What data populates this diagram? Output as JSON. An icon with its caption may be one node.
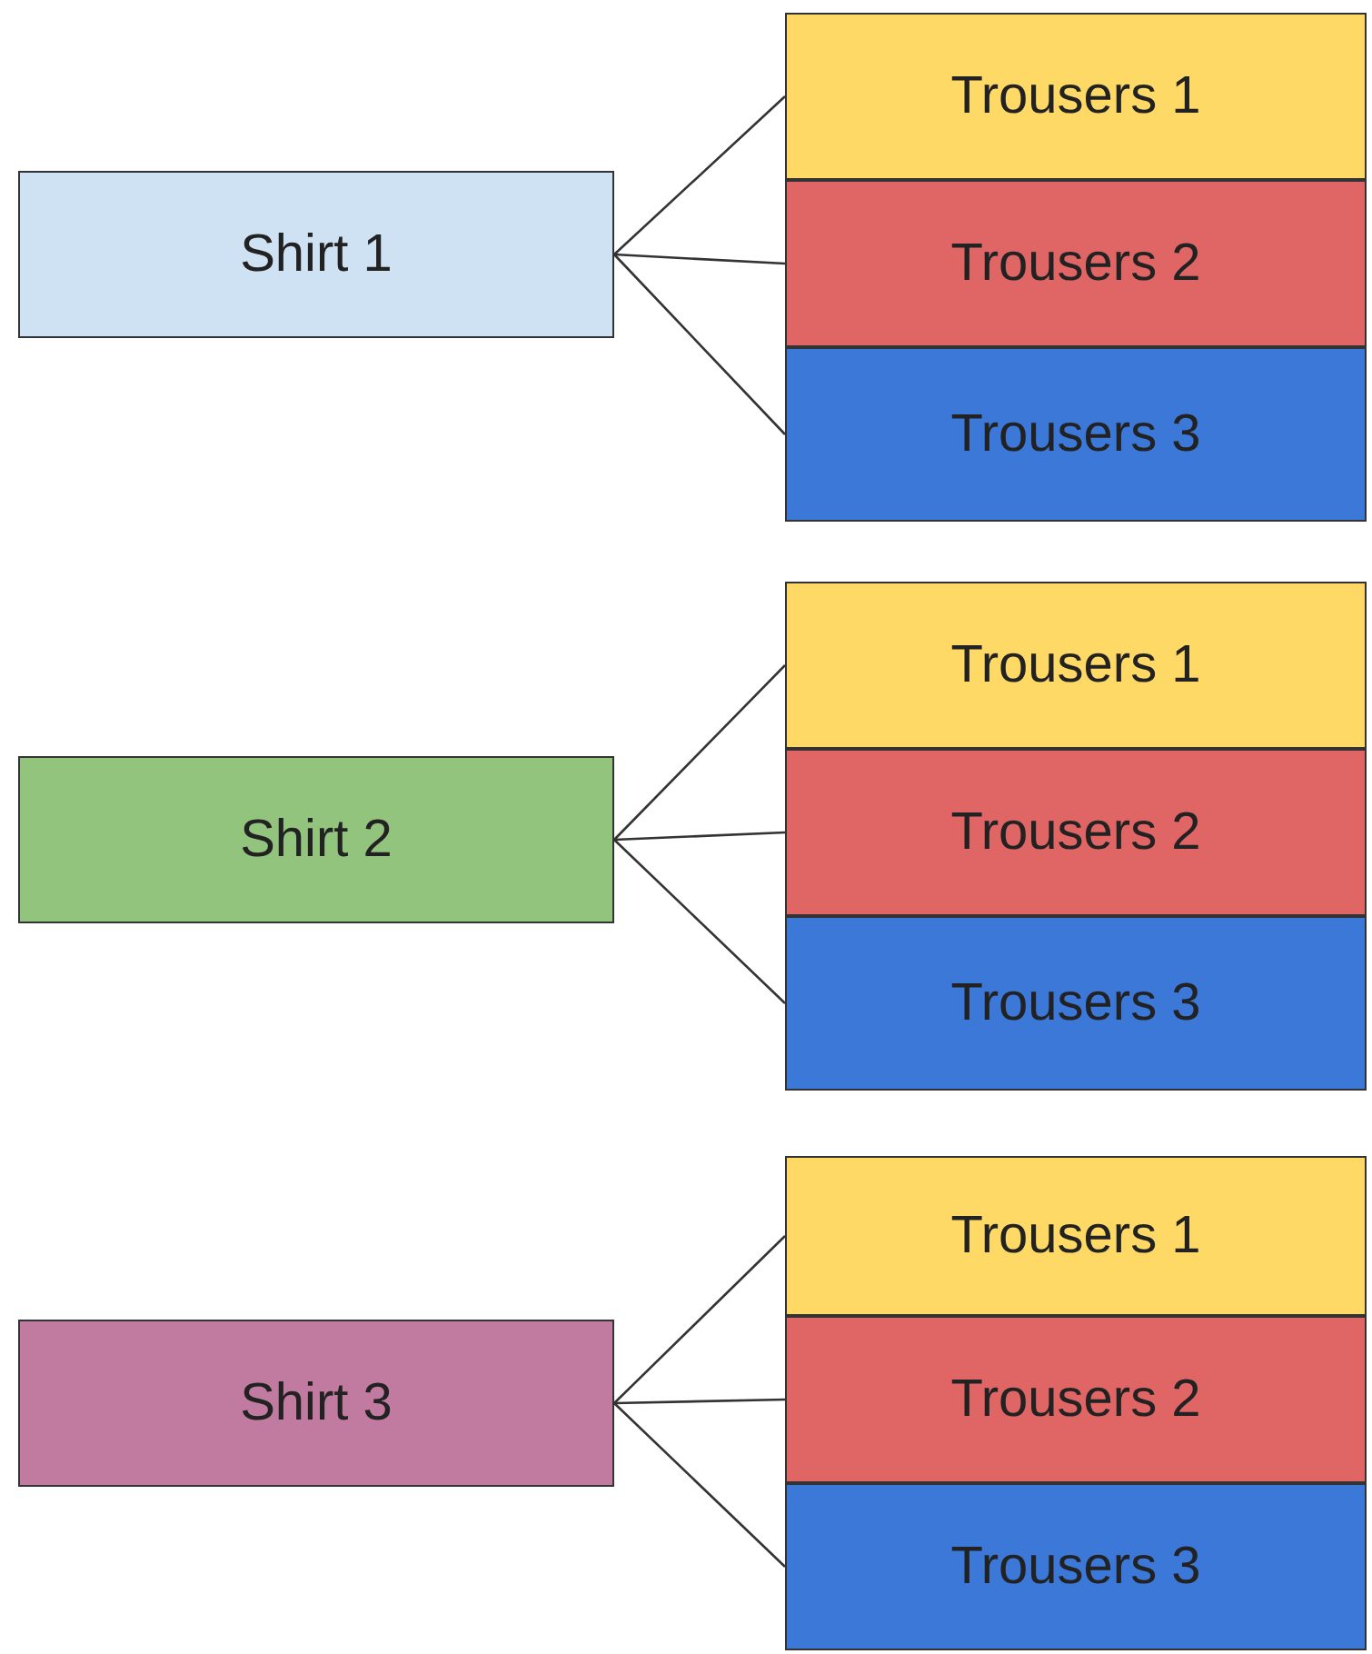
{
  "diagram": {
    "nodes": [
      {
        "text": [
          "Shirt 1"
        ]
      },
      {
        "text": [
          "Trousers 1"
        ]
      },
      {
        "text": [
          "Trousers 2"
        ]
      },
      {
        "text": [
          "Trousers 3"
        ]
      },
      {
        "text": [
          "Shirt 2"
        ]
      },
      {
        "text": [
          "Trousers 1"
        ]
      },
      {
        "text": [
          "Trousers 2"
        ]
      },
      {
        "text": [
          "Trousers 3"
        ]
      },
      {
        "text": [
          "Shirt 3"
        ]
      },
      {
        "text": [
          "Trousers 1"
        ]
      },
      {
        "text": [
          "Trousers 2"
        ]
      },
      {
        "text": [
          "Trousers 3"
        ]
      }
    ],
    "edges": [
      {
        "from": 0,
        "to": 1,
        "arrow": "none"
      },
      {
        "from": 0,
        "to": 2,
        "arrow": "none"
      },
      {
        "from": 0,
        "to": 3,
        "arrow": "none"
      },
      {
        "from": 4,
        "to": 5,
        "arrow": "none"
      },
      {
        "from": 4,
        "to": 6,
        "arrow": "none"
      },
      {
        "from": 4,
        "to": 7,
        "arrow": "none"
      },
      {
        "from": 8,
        "to": 9,
        "arrow": "none"
      },
      {
        "from": 8,
        "to": 10,
        "arrow": "none"
      },
      {
        "from": 8,
        "to": 11,
        "arrow": "none"
      }
    ]
  }
}
